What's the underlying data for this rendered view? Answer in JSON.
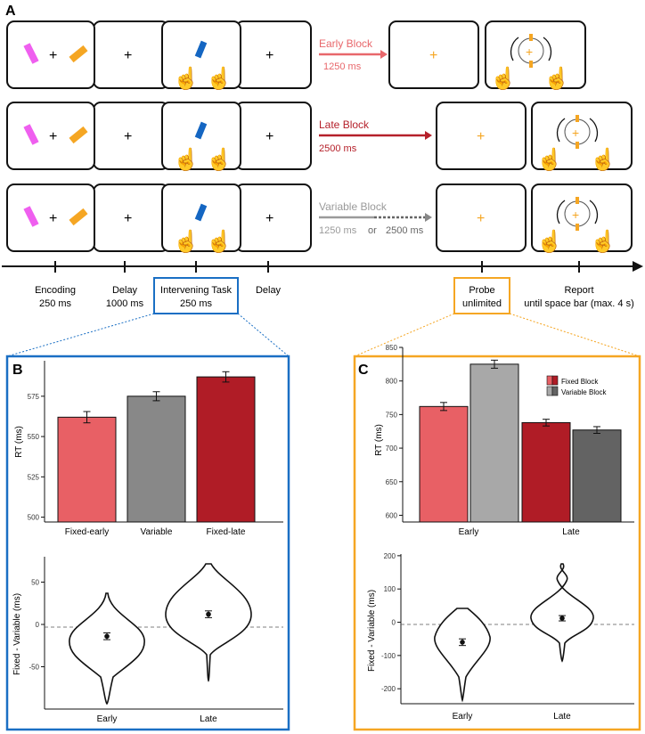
{
  "panel_labels": {
    "a": "A",
    "b": "B",
    "c": "C"
  },
  "fixation": "+",
  "blocks": [
    {
      "name": "Early Block",
      "timing": "1250 ms",
      "color": "#e8676b"
    },
    {
      "name": "Late Block",
      "timing": "2500 ms",
      "color": "#b5202a"
    },
    {
      "name": "Variable Block",
      "timing_a": "1250 ms",
      "or": "or",
      "timing_b": "2500 ms",
      "color": "#9a9a9a"
    }
  ],
  "timeline": {
    "encoding": [
      "Encoding",
      "250 ms"
    ],
    "delay1": [
      "Delay",
      "1000 ms"
    ],
    "task": [
      "Intervening Task",
      "250 ms"
    ],
    "delay2": [
      "Delay"
    ],
    "probe": [
      "Probe",
      "unlimited"
    ],
    "report": [
      "Report",
      "until space bar (max. 4 s)"
    ]
  },
  "colors": {
    "magenta": "#ef5fef",
    "orange": "#f5a623",
    "blue": "#1466c2",
    "panel_b_border": "#1a6fc4",
    "panel_c_border": "#f5a623",
    "fixed_early": "#e86065",
    "variable": "#888888",
    "fixed_late": "#b01c26",
    "variable_early": "#a8a8a8",
    "variable_late": "#636363"
  },
  "chart_data": [
    {
      "type": "bar",
      "panel": "B",
      "categories": [
        "Fixed-early",
        "Variable",
        "Fixed-late"
      ],
      "values": [
        562,
        575,
        587
      ],
      "errors": [
        3.5,
        2.8,
        3.2
      ],
      "ylabel": "RT (ms)",
      "ylim": [
        497,
        597
      ],
      "yticks": [
        500,
        525,
        550,
        575
      ]
    },
    {
      "type": "violin",
      "panel": "B",
      "categories": [
        "Early",
        "Late"
      ],
      "means": [
        -14,
        12
      ],
      "errors": [
        4,
        4
      ],
      "ylabel": "Fixed - Variable (ms)",
      "ylim": [
        -100,
        80
      ],
      "yticks": [
        50,
        0,
        -50
      ]
    },
    {
      "type": "bar",
      "panel": "C",
      "categories": [
        "Early",
        "Late"
      ],
      "series": [
        {
          "name": "Fixed Block",
          "values": [
            762,
            738
          ],
          "errors": [
            6,
            5
          ]
        },
        {
          "name": "Variable Block",
          "values": [
            825,
            727
          ],
          "errors": [
            6,
            5
          ]
        }
      ],
      "ylabel": "RT (ms)",
      "ylim": [
        590,
        850
      ],
      "yticks": [
        600,
        650,
        700,
        750,
        800,
        850
      ],
      "legend": "top-right"
    },
    {
      "type": "violin",
      "panel": "C",
      "categories": [
        "Early",
        "Late"
      ],
      "means": [
        -60,
        12
      ],
      "errors": [
        10,
        8
      ],
      "ylabel": "Fixed - Variable (ms)",
      "ylim": [
        -245,
        205
      ],
      "yticks": [
        200,
        100,
        0,
        -100,
        -200
      ]
    }
  ]
}
